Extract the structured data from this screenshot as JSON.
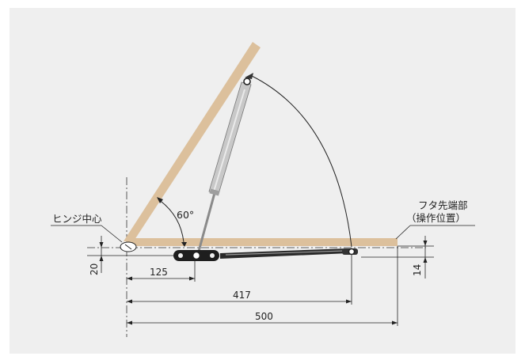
{
  "colors": {
    "background": "#efefef",
    "wood": "#dcc09c",
    "line": "#222222",
    "strut_body": "#c8c8c8",
    "strut_rod": "#9e9e9e",
    "link": "#2a2a2a"
  },
  "labels": {
    "hinge_center": "ヒンジ中心",
    "tip_line1": "フタ先端部",
    "tip_line2": "（操作位置）",
    "angle": "60°"
  },
  "dimensions": {
    "d20": "20",
    "d125": "125",
    "d417": "417",
    "d500": "500",
    "d14": "14"
  }
}
